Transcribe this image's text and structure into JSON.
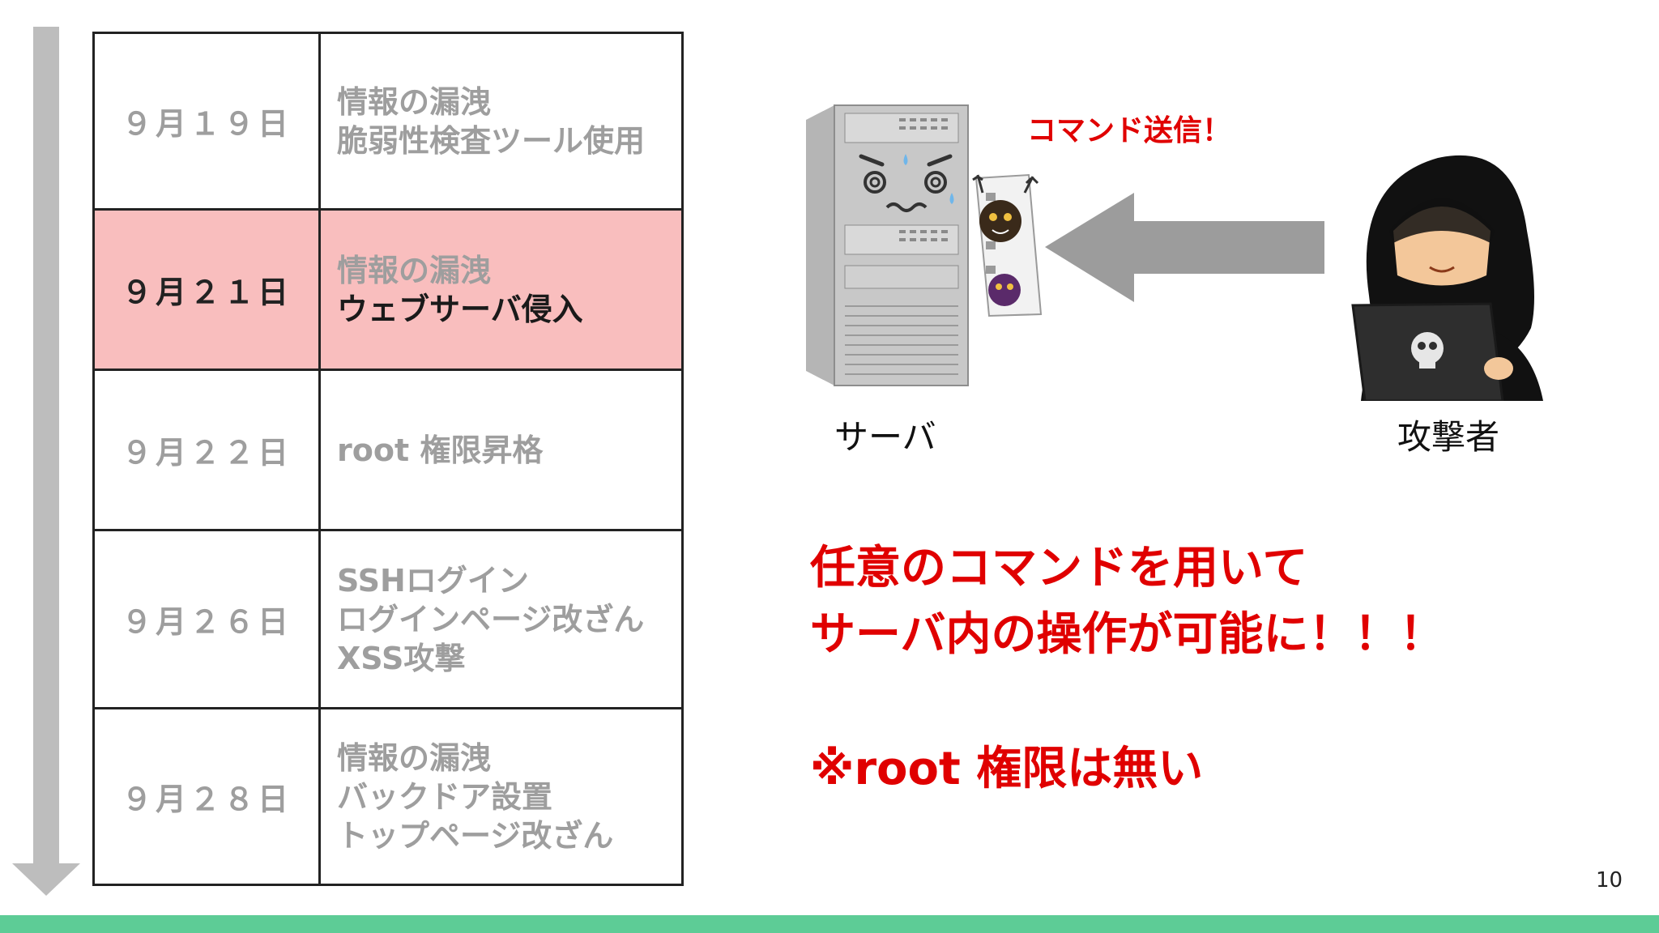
{
  "timeline": {
    "rows": [
      {
        "date": "９月１９日",
        "events": [
          "情報の漏洩",
          "脆弱性検査ツール使用"
        ]
      },
      {
        "date": "９月２１日",
        "events": [
          "情報の漏洩",
          "ウェブサーバ侵入"
        ],
        "highlight": true
      },
      {
        "date": "９月２２日",
        "events": [
          "root 権限昇格"
        ]
      },
      {
        "date": "９月２６日",
        "events": [
          "SSHログイン",
          "ログインページ改ざん",
          "XSS攻撃"
        ]
      },
      {
        "date": "９月２８日",
        "events": [
          "情報の漏洩",
          "バックドア設置",
          "トップページ改ざん"
        ]
      }
    ]
  },
  "illustration": {
    "command_label": "コマンド送信！",
    "server_label": "サーバ",
    "attacker_label": "攻撃者",
    "server_icon": "server-icon",
    "hacker_icon": "hacker-icon"
  },
  "message": {
    "line1": "任意のコマンドを用いて",
    "line2": "サーバ内の操作が可能に！！！",
    "note": "※root 権限は無い"
  },
  "page_number": "10",
  "colors": {
    "highlight": "#f9bebe",
    "accent_red": "#e00000",
    "footer_green": "#5dcc96",
    "muted_text": "#9e9e9e"
  }
}
